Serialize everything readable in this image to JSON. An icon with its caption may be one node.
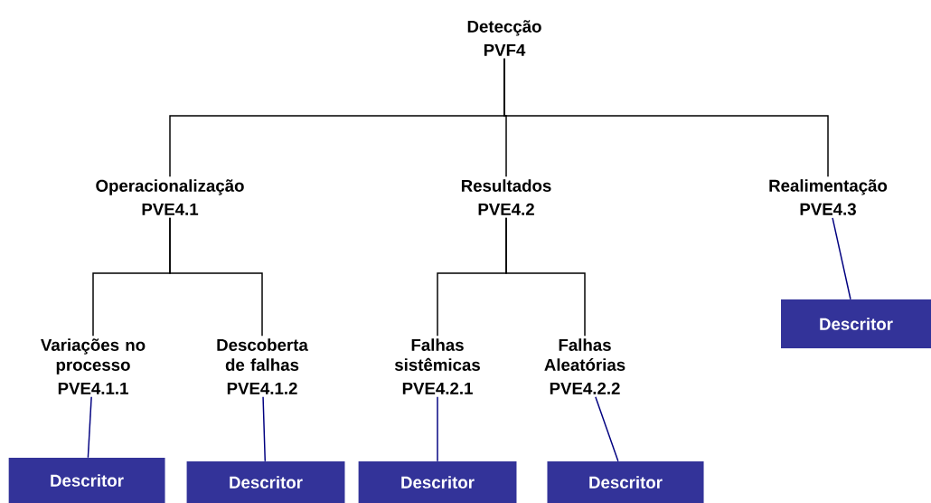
{
  "diagram": {
    "nodes": [
      {
        "text": [
          "Detecção",
          "PVF4"
        ]
      },
      {
        "text": [
          "Operacionalização",
          "PVE4.1"
        ]
      },
      {
        "text": [
          "Resultados",
          "PVE4.2"
        ]
      },
      {
        "text": [
          "Realimentação",
          "PVE4.3"
        ]
      },
      {
        "text": [
          "Variações no processo",
          "PVE4.1.1"
        ]
      },
      {
        "text": [
          "Descoberta de falhas",
          "PVE4.1.2"
        ]
      },
      {
        "text": [
          "Falhas sistêmicas",
          "PVE4.2.1"
        ]
      },
      {
        "text": [
          "Falhas Aleatórias",
          "PVE4.2.2"
        ]
      },
      {
        "text": [
          "Descritor"
        ]
      },
      {
        "text": [
          "Descritor"
        ]
      },
      {
        "text": [
          "Descritor"
        ]
      },
      {
        "text": [
          "Descritor"
        ]
      },
      {
        "text": [
          "Descritor"
        ]
      }
    ],
    "edges": [
      {
        "from": 0,
        "to": 1,
        "arrow": "none"
      },
      {
        "from": 0,
        "to": 2,
        "arrow": "none"
      },
      {
        "from": 0,
        "to": 3,
        "arrow": "none"
      },
      {
        "from": 1,
        "to": 4,
        "arrow": "none"
      },
      {
        "from": 1,
        "to": 5,
        "arrow": "none"
      },
      {
        "from": 2,
        "to": 6,
        "arrow": "none"
      },
      {
        "from": 2,
        "to": 7,
        "arrow": "none"
      },
      {
        "from": 3,
        "to": 8,
        "arrow": "none",
        "color": "#000080"
      },
      {
        "from": 4,
        "to": 9,
        "arrow": "none",
        "color": "#000080"
      },
      {
        "from": 5,
        "to": 10,
        "arrow": "none",
        "color": "#000080"
      },
      {
        "from": 6,
        "to": 11,
        "arrow": "none",
        "color": "#000080"
      },
      {
        "from": 7,
        "to": 12,
        "arrow": "none",
        "color": "#000080"
      }
    ]
  }
}
